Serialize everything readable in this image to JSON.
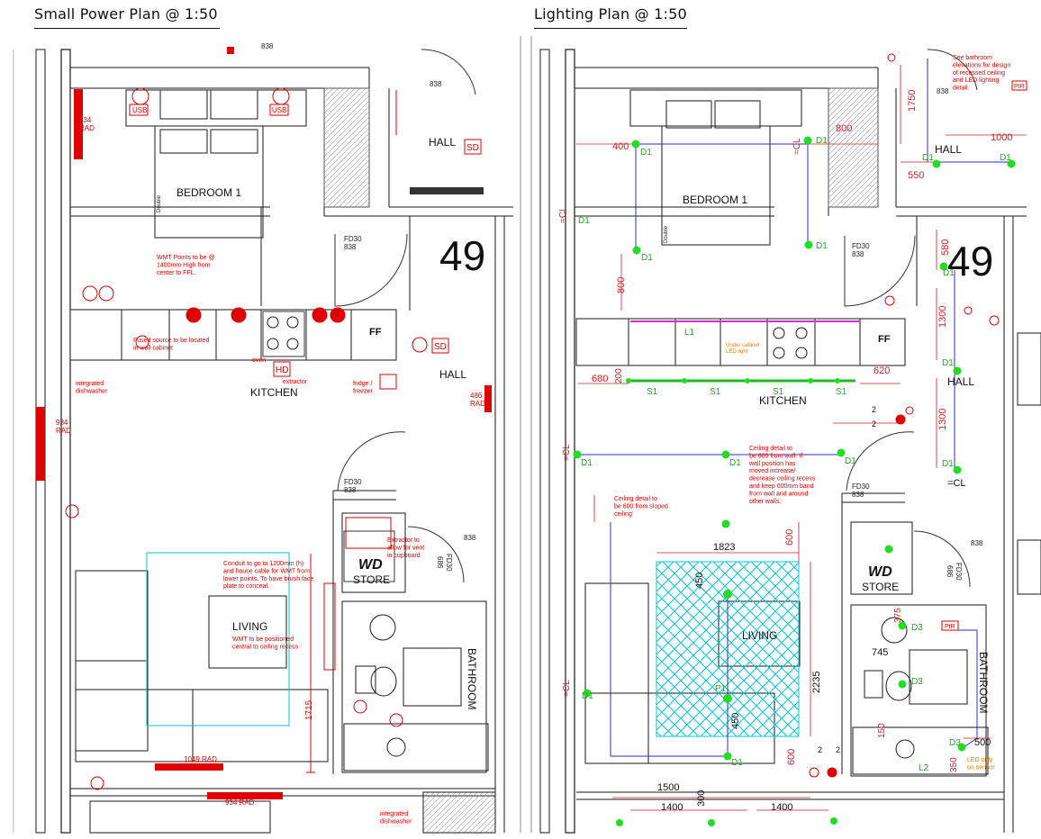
{
  "left_plan": {
    "title": "Small Power Plan @ 1:50",
    "rooms": {
      "bedroom": "BEDROOM 1",
      "hall_top": "HALL",
      "hall_mid": "HALL",
      "kitchen": "KITCHEN",
      "living": "LIVING",
      "store": "STORE",
      "bathroom": "BATHROOM"
    },
    "unit_number": "49",
    "door_tags": {
      "fd30_a": "FD30",
      "d838_a": "838",
      "fd30_b": "FD30",
      "d838_b": "838",
      "d838_c": "838",
      "d838_d": "838",
      "fd30_c": "FD30",
      "d686": "686"
    },
    "symbols": {
      "sd_top": "SD",
      "sd_mid": "SD",
      "hd": "HD",
      "ff": "FF",
      "wd": "WD",
      "usb_l": "USB",
      "usb_r": "USB",
      "double": "Double"
    },
    "radiators": {
      "r934a": "934",
      "rad_a": "RAD",
      "r934b": "934",
      "rad_b": "RAD",
      "r486": "486",
      "rad_c": "RAD",
      "r1049": "1049 RAD",
      "r934c": "934 RAD"
    },
    "notes": {
      "wmt_height": "WMT Points to be @\n1400mm High from\ncenter to FFL.",
      "fused_spur": "Fused source to be located\nin wall cabinet",
      "integrated_dw": "integrated\ndishwasher",
      "integrated_dw_b": "integrated\ndishwasher",
      "oven": "oven",
      "extractor": "extractor",
      "fridge_freezer": "fridge /\nfreezer",
      "extractor_vent": "Extractor to\nallow for vent\nin cupboard",
      "conduit": "Conduit to go to 1200mm (h)\nand house cable for WMT from\nlower points. To have brush face\nplate to conceal.",
      "wmt_position": "WMT to be positioned\ncentral to ceiling recess",
      "dim_1715": "1715",
      "dim_838_top": "838"
    }
  },
  "right_plan": {
    "title": "Lighting Plan @ 1:50",
    "rooms": {
      "bedroom": "BEDROOM 1",
      "hall_top": "HALL",
      "hall_mid": "HALL",
      "kitchen": "KITCHEN",
      "living": "LIVING",
      "store": "STORE",
      "bathroom": "BATHROOM"
    },
    "unit_number": "49",
    "notes": {
      "bath_elev": "See bathroom\nelevations for design\nof recessed ceiling\nand LED lighting\ndetail.",
      "ceiling_600_wall": "Ceiling detail to\nbe 600 from wall. If\nwall position has\nmoved increase/\ndecrease ceiling recess\nand keep 600mm band\nfrom wall and around\nother walls.",
      "ceiling_sloped": "Ceiling detail to\nbe 600 from sloped\nceiling",
      "under_cabinet": "Under cabinet\nLED light",
      "led_sensor": "LED only\non sensor",
      "pir": "PIR",
      "pir_top": "PIR"
    },
    "dimensions": [
      "400",
      "800",
      "1750",
      "1000",
      "550",
      "800",
      "580",
      "1300",
      "1300",
      "680",
      "200",
      "620",
      "1823",
      "600",
      "450",
      "2235",
      "450",
      "600",
      "1500",
      "1400",
      "1400",
      "300",
      "745",
      "375",
      "150",
      "350",
      "500"
    ],
    "light_labels": [
      "D1",
      "D1",
      "D1",
      "D1",
      "D1",
      "D1",
      "D1",
      "D1",
      "D1",
      "D1",
      "D1",
      "D1",
      "D1",
      "D1",
      "D1",
      "D3",
      "D3",
      "D3",
      "L1",
      "S1",
      "S1",
      "S1",
      "S1",
      "P1",
      "L2"
    ],
    "cl_labels": [
      "=CL",
      "=CL",
      "=CL",
      "=CL",
      "=CL"
    ],
    "door_tags": {
      "fd30_a": "FD30",
      "d838_a": "838",
      "fd30_b": "FD30",
      "d838_b": "838",
      "d838_c": "838",
      "fd30_c": "FD30",
      "d686": "686",
      "d838_top": "838"
    },
    "symbols": {
      "ff": "FF",
      "wd": "WD",
      "double": "Double"
    },
    "count_marks": [
      "2",
      "2",
      "2",
      "2"
    ]
  },
  "colors": {
    "wall": "#1a1a1a",
    "power": "#e00000",
    "light_fitting": "#22dd22",
    "circuit": "#2b2bd6",
    "led_strip": "#cc33cc",
    "ceiling_recess": "#00c8d8",
    "dimension": "#d02020"
  }
}
